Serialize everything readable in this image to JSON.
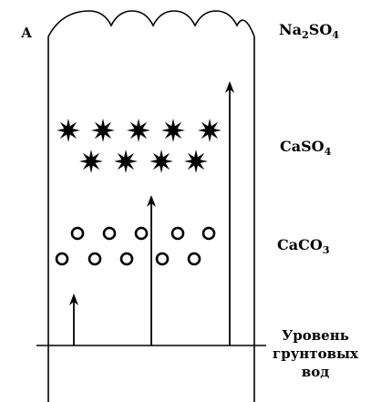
{
  "labels": {
    "point": "А",
    "top_salt": {
      "base": "Na",
      "sub1": "2",
      "mid": "SO",
      "sub2": "4"
    },
    "middle_salt": {
      "base": "CaSO",
      "sub": "4"
    },
    "lower_salt": {
      "base": "CaCO",
      "sub": "3"
    },
    "groundwater": [
      "Уровень",
      "грунтовых",
      "вод"
    ]
  },
  "colors": {
    "stroke": "#000000",
    "background": "#ffffff"
  },
  "icons": {
    "gypsum_crystal": "star-burst-icon",
    "calcite_grain": "circle-icon",
    "capillary_rise": "arrow-up-icon"
  }
}
